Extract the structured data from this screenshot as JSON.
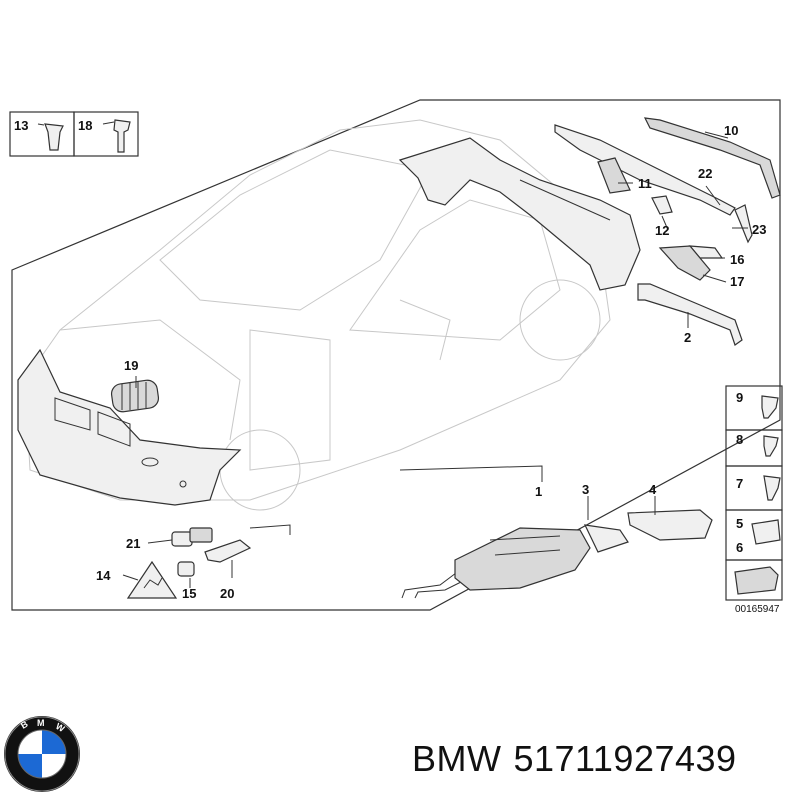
{
  "callouts": {
    "c1": "1",
    "c2": "2",
    "c3": "3",
    "c4": "4",
    "c5": "5",
    "c6": "6",
    "c7": "7",
    "c8": "8",
    "c9": "9",
    "c10": "10",
    "c11": "11",
    "c12": "12",
    "c13": "13",
    "c14": "14",
    "c15": "15",
    "c16": "16",
    "c17": "17",
    "c18": "18",
    "c19": "19",
    "c20": "20",
    "c21": "21",
    "c22": "22",
    "c23": "23"
  },
  "diagram_ref": "00165947",
  "footer": {
    "brand": "BMW",
    "part_number": "51711927439"
  },
  "logo": {
    "lettering": "BMW",
    "colors": {
      "blue": "#1c69d4",
      "black": "#111111",
      "white": "#ffffff"
    }
  }
}
